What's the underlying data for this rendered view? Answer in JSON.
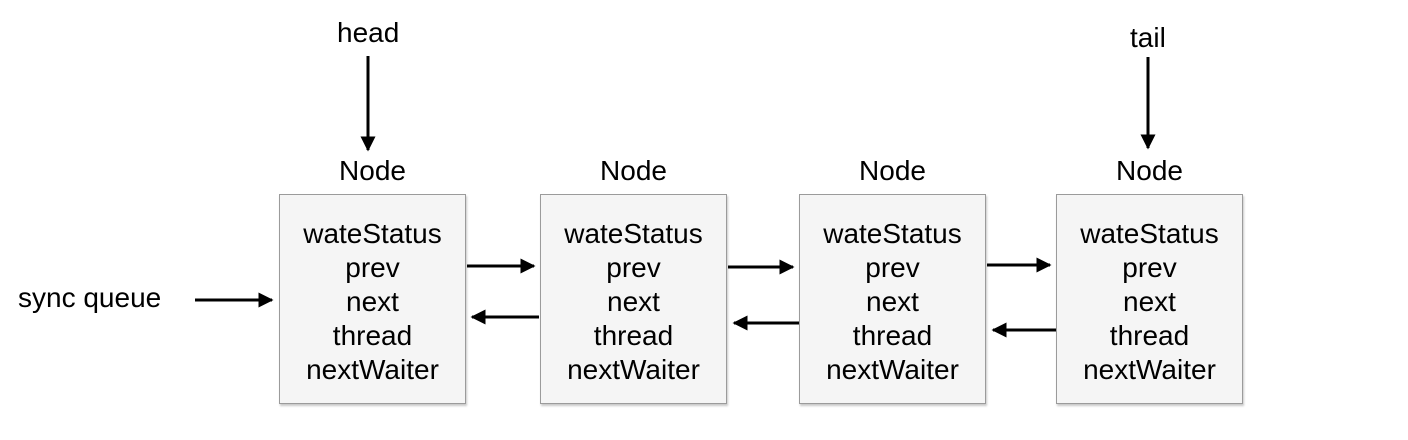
{
  "diagram": {
    "queue_label": "sync queue",
    "head_label": "head",
    "tail_label": "tail",
    "colors": {
      "background": "#ffffff",
      "box_fill": "#f5f5f5",
      "box_border": "#9b9b9b",
      "line": "#000000",
      "text": "#000000"
    },
    "nodes": [
      {
        "title": "Node",
        "fields": [
          "wateStatus",
          "prev",
          "next",
          "thread",
          "nextWaiter"
        ]
      },
      {
        "title": "Node",
        "fields": [
          "wateStatus",
          "prev",
          "next",
          "thread",
          "nextWaiter"
        ]
      },
      {
        "title": "Node",
        "fields": [
          "wateStatus",
          "prev",
          "next",
          "thread",
          "nextWaiter"
        ]
      },
      {
        "title": "Node",
        "fields": [
          "wateStatus",
          "prev",
          "next",
          "thread",
          "nextWaiter"
        ]
      }
    ]
  }
}
